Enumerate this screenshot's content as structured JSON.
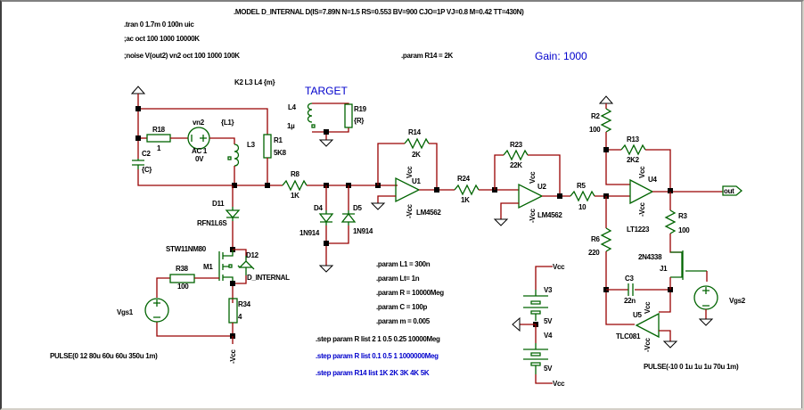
{
  "directives": {
    "model": ".MODEL D_INTERNAL D(IS=7.89N N=1.5 RS=0.553 BV=900 CJO=1P VJ=0.8 M=0.42 TT=430N)",
    "tran": ".tran 0 1.7m 0 100n uic",
    "ac": ";ac oct 100 1000 10000K",
    "noise": ";noise V(out2) vn2 oct 100 1000 100K",
    "param_r14": ".param R14 = 2K",
    "coupling": "K2 L3 L4 {m}",
    "params": [
      ".param L1 = 300n",
      ".param Lt= 1n",
      ".param R = 10000Meg",
      ".param C = 100p",
      ".param m = 0.005"
    ],
    "step1": ".step param R list 2 1 0.5 0.25 10000Meg",
    "step2": ".step param R list  0.1 0.5 1 1000000Meg",
    "step3": ".step param R14 list 1K 2K 3K 4K 5K"
  },
  "annotations": {
    "target": "TARGET",
    "gain": "Gain: 1000"
  },
  "colors": {
    "wire": "#990000",
    "component": "#006400",
    "directive_active": "#000000",
    "directive_comment": "#0000cc"
  },
  "components": {
    "r18": {
      "name": "R18",
      "value": "1"
    },
    "vn2": {
      "name": "vn2",
      "value": "AC 1",
      "value2": "0V"
    },
    "l1": {
      "value": "{L1}"
    },
    "l3": {
      "name": "L3"
    },
    "r1": {
      "name": "R1",
      "value": "5K8"
    },
    "c2": {
      "name": "C2",
      "value": "{C}"
    },
    "l4": {
      "name": "L4",
      "value": "1µ"
    },
    "r19": {
      "name": "R19",
      "value": "{R}"
    },
    "r8": {
      "name": "R8",
      "value": "1K"
    },
    "d4": {
      "name": "D4",
      "value": "1N914"
    },
    "d5": {
      "name": "D5",
      "value": "1N914"
    },
    "r14": {
      "name": "R14",
      "value": "2K"
    },
    "u1": {
      "name": "U1",
      "value": "LM4562"
    },
    "r24": {
      "name": "R24",
      "value": "1K"
    },
    "r23": {
      "name": "R23",
      "value": "22K"
    },
    "u2": {
      "name": "U2",
      "value": "LM4562"
    },
    "r5": {
      "name": "R5",
      "value": "10"
    },
    "r2": {
      "name": "R2",
      "value": "100"
    },
    "r13": {
      "name": "R13",
      "value": "2K2"
    },
    "u4": {
      "name": "U4",
      "value": "LT1223"
    },
    "r3": {
      "name": "R3",
      "value": "100"
    },
    "r6": {
      "name": "R6",
      "value": "220"
    },
    "j1": {
      "name": "J1",
      "value": "2N4338"
    },
    "c3": {
      "name": "C3",
      "value": "22n"
    },
    "u5": {
      "name": "U5",
      "value": "TLC081"
    },
    "vgs2": {
      "name": "Vgs2",
      "value": "PULSE(-10 0 1u 1u 1u 70u 1m)"
    },
    "d11": {
      "name": "D11",
      "value": "RFN1L6S"
    },
    "m1": {
      "name": "M1",
      "value": "STW11NM80"
    },
    "d12": {
      "name": "D12",
      "value": "D_INTERNAL"
    },
    "r38": {
      "name": "R38",
      "value": "100"
    },
    "r34": {
      "name": "R34",
      "value": "4"
    },
    "vgs1": {
      "name": "Vgs1",
      "value": "PULSE(0 12 80u 60u 60u 350u 1m)"
    },
    "v3": {
      "name": "V3",
      "value": "5V"
    },
    "v4": {
      "name": "V4",
      "value": "5V"
    }
  },
  "nets": {
    "vcc": "Vcc",
    "vee": "-Vcc",
    "out": "out"
  }
}
